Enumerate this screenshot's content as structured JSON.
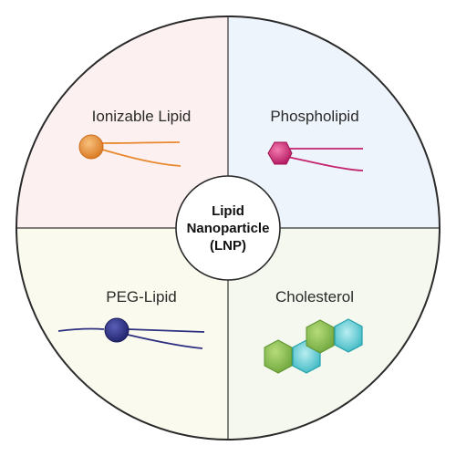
{
  "diagram": {
    "center": {
      "line1": "Lipid",
      "line2": "Nanoparticle",
      "line3": "(LNP)"
    },
    "quadrants": [
      {
        "label": "Ionizable Lipid",
        "color": "#e8892f",
        "background": "#fdf0f0"
      },
      {
        "label": "Phospholipid",
        "color": "#c3246f",
        "background": "#eef4fc"
      },
      {
        "label": "PEG-Lipid",
        "color": "#2d2f80",
        "background": "#fbfaee"
      },
      {
        "label": "Cholesterol",
        "color": "#7fb544",
        "background": "#f5f8ee"
      }
    ],
    "cholesterol_accent": "#3bbfc9"
  },
  "stock_id": "1007692869"
}
